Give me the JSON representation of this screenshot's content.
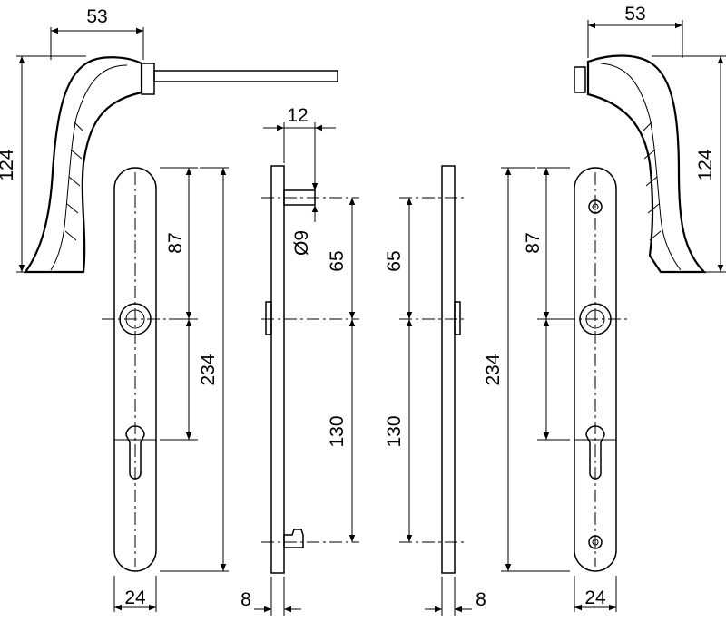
{
  "dimensions": {
    "handle_left_width": "53",
    "handle_left_height": "124",
    "handle_right_width": "53",
    "handle_right_height": "124",
    "pin_width": "12",
    "pin_diameter": "Ø9",
    "plate_left_upper": "87",
    "plate_left_total": "234",
    "plate_left_width": "24",
    "side_left_upper": "65",
    "side_left_lower": "130",
    "side_left_thickness": "8",
    "side_right_upper": "65",
    "side_right_lower": "130",
    "side_right_thickness": "8",
    "plate_right_upper": "87",
    "plate_right_total": "234",
    "plate_right_width": "24"
  }
}
